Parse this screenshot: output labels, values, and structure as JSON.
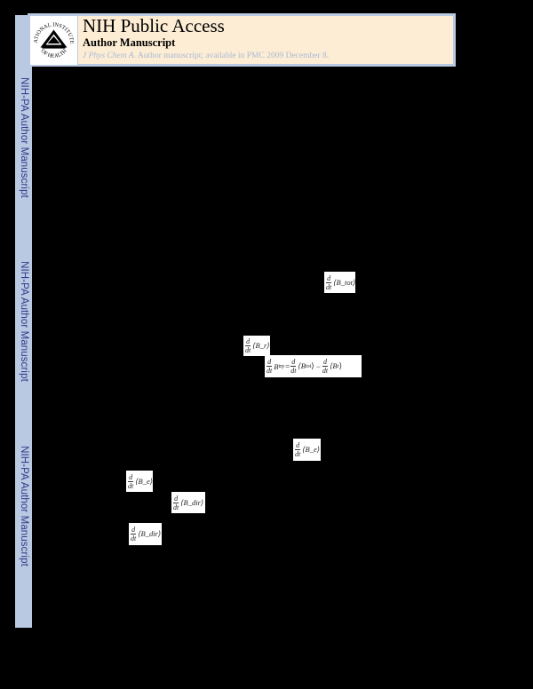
{
  "header": {
    "title": "NIH Public Access",
    "subtitle": "Author Manuscript",
    "citation_journal": "J Phys Chem A",
    "citation_rest": ". Author manuscript; available in PMC 2009 December 8.",
    "logo": {
      "icon": "nih-seal-icon",
      "text_top": "NATIONAL INSTITUTES",
      "text_bottom": "OF HEALTH"
    }
  },
  "sidebar": {
    "labels": [
      "NIH-PA Author Manuscript",
      "NIH-PA Author Manuscript",
      "NIH-PA Author Manuscript"
    ]
  },
  "colors": {
    "page_background": "#000000",
    "sidebar": "#b8c9e1",
    "header_cream": "#fdedd4",
    "sidebar_text": "#2d3a8c",
    "citation_text": "#a9b9d6"
  },
  "equations": [
    {
      "id": "eq1",
      "num": "d",
      "den": "dt",
      "term": "⟨B_tot⟩",
      "display": "d/dt ⟨B_tot⟩"
    },
    {
      "id": "eq2",
      "num": "d",
      "den": "dt",
      "term": "⟨B_r⟩",
      "display": "d/dt ⟨B_r⟩"
    },
    {
      "id": "eq3",
      "display": "d/dt B_trp = d/dt ⟨B_tot⟩ − d/dt ⟨B_r⟩",
      "parts": {
        "lhs_term": "B",
        "lhs_sub": "trp",
        "eq_sign": "=",
        "mid_term": "⟨B",
        "mid_sub": "tot",
        "mid_close": "⟩",
        "minus": "−",
        "rhs_term": "⟨B",
        "rhs_sub": "r",
        "rhs_close": "⟩",
        "num": "d",
        "den": "dt"
      }
    },
    {
      "id": "eq4",
      "num": "d",
      "den": "dt",
      "term": "⟨B_e⟩",
      "display": "d/dt ⟨B_e⟩"
    },
    {
      "id": "eq5",
      "num": "d",
      "den": "dt",
      "term": "⟨B_e⟩",
      "display": "d/dt ⟨B_e⟩"
    },
    {
      "id": "eq6",
      "num": "d",
      "den": "dt",
      "term": "⟨B_dir⟩",
      "display": "d/dt ⟨B_dir⟩"
    },
    {
      "id": "eq7",
      "num": "d",
      "den": "dt",
      "term": "⟨B_dir⟩",
      "display": "d/dt ⟨B_dir⟩"
    }
  ]
}
